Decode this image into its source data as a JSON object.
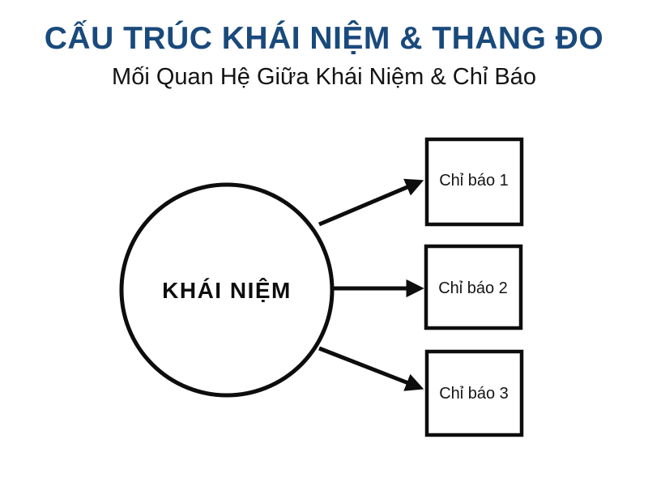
{
  "slide": {
    "title": "CẤU TRÚC KHÁI NIỆM & THANG ĐO",
    "subtitle": "Mối Quan Hệ Giữa Khái Niệm & Chỉ Báo"
  },
  "diagram": {
    "concept": {
      "label": "KHÁI NIỆM",
      "shape": "circle"
    },
    "indicators": [
      {
        "label": "Chỉ báo 1",
        "shape": "rectangle"
      },
      {
        "label": "Chỉ báo 2",
        "shape": "rectangle"
      },
      {
        "label": "Chỉ báo 3",
        "shape": "rectangle"
      }
    ],
    "connections": [
      {
        "from": "KHÁI NIỆM",
        "to": "Chỉ báo 1",
        "type": "arrow"
      },
      {
        "from": "KHÁI NIỆM",
        "to": "Chỉ báo 2",
        "type": "arrow"
      },
      {
        "from": "KHÁI NIỆM",
        "to": "Chỉ báo 3",
        "type": "arrow"
      }
    ]
  },
  "colors": {
    "title_text": "#1a4a7c",
    "body_text": "#141414",
    "shape_stroke": "#0d0d0d",
    "background": "#ffffff"
  }
}
